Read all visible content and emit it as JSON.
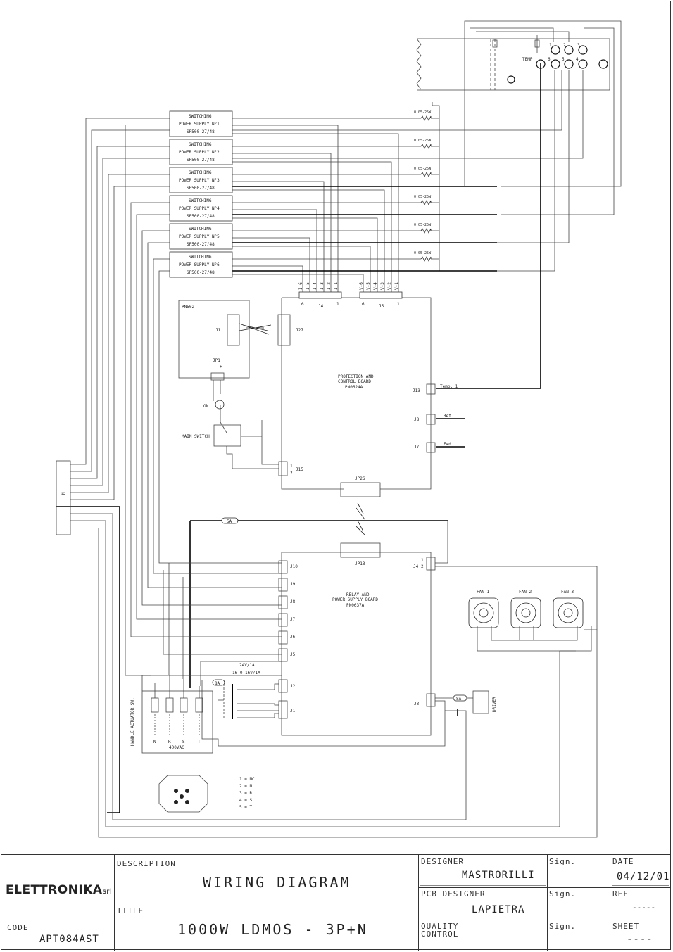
{
  "power_supplies": [
    {
      "name": "SWITCHING",
      "label": "POWER SUPPLY N°1",
      "model": "SP500-27/48"
    },
    {
      "name": "SWITCHING",
      "label": "POWER SUPPLY N°2",
      "model": "SP500-27/48"
    },
    {
      "name": "SWITCHING",
      "label": "POWER SUPPLY N°3",
      "model": "SP500-27/48"
    },
    {
      "name": "SWITCHING",
      "label": "POWER SUPPLY N°4",
      "model": "SP500-27/48"
    },
    {
      "name": "SWITCHING",
      "label": "POWER SUPPLY N°5",
      "model": "SP500-27/48"
    },
    {
      "name": "SWITCHING",
      "label": "POWER SUPPLY N°6",
      "model": "SP500-27/48"
    }
  ],
  "resistor_label": "0.05-25W",
  "temp_label": "TEMP",
  "j4_pins": [
    "I-6",
    "I-5",
    "I-4",
    "I-3",
    "I-2",
    "I-1"
  ],
  "j5_pins": [
    "V-6",
    "V-5",
    "V-4",
    "V-3",
    "V-2",
    "V-1"
  ],
  "connector_labels": {
    "j4": "J4",
    "j5": "J5",
    "pin6": "6",
    "pin1": "1"
  },
  "pn502": {
    "title": "PN502",
    "j1": "J1",
    "jp1": "JP1",
    "plus": "+"
  },
  "protection_board": {
    "line1": "PROTECTION AND",
    "line2": "CONTROL BOARD",
    "code": "PN0624A",
    "j27": "J27",
    "j13": "J13",
    "j8": "J8",
    "j7": "J7",
    "j15": "J15",
    "jp26": "JP26",
    "p1": "1",
    "p2": "2"
  },
  "signals": {
    "temp": "Temp. 1",
    "ref": "Ref.",
    "fwd": "Fwd."
  },
  "on_label": "ON",
  "main_switch": "MAIN SWITCH",
  "relay_board": {
    "line1": "RELAY AND",
    "line2": "POWER SUPPLY BOARD",
    "code": "PN0637A",
    "jp13": "JP13",
    "j10": "J10",
    "j9": "J9",
    "j8": "J8",
    "j7": "J7",
    "j6": "J6",
    "j5": "J5",
    "j2": "J2",
    "j1": "J1",
    "j4": "J4",
    "j3": "J3",
    "p1": "1",
    "p2": "2"
  },
  "fuse_5a": "5A",
  "fuse_8a_1": "8A",
  "fuse_8a_2": "8A",
  "transformer": {
    "line1": "24V/1A",
    "line2": "16-0-16V/1A"
  },
  "fans": [
    "FAN 1",
    "FAN 2",
    "FAN 3"
  ],
  "driver": "DRIVER",
  "handle_switch": "HANDLE ACTUATOR SW.",
  "phases": [
    "N",
    "R",
    "S",
    "T"
  ],
  "voltage": "400VAC",
  "terminal_label": "N",
  "plug_legend": [
    "1 = NC",
    "2 = N",
    "3 = R",
    "4 = S",
    "5 = T"
  ],
  "rf_pins": [
    "1",
    "2",
    "3",
    "6",
    "5",
    "4"
  ],
  "title_block": {
    "company": "ELETTRONIKA",
    "company_suffix": "srl",
    "description_label": "DESCRIPTION",
    "description": "WIRING DIAGRAM",
    "title_label": "TITLE",
    "title": "1000W LDMOS - 3P+N",
    "code_label": "CODE",
    "code": "APT084AST",
    "designer_label": "DESIGNER",
    "designer": "MASTRORILLI",
    "pcb_designer_label": "PCB DESIGNER",
    "pcb_designer": "LAPIETRA",
    "quality_label_1": "QUALITY",
    "quality_label_2": "CONTROL",
    "sign_label": "Sign.",
    "date_label": "DATE",
    "date": "04/12/01",
    "ref_label": "REF",
    "ref": "-----",
    "sheet_label": "SHEET",
    "sheet": "----"
  }
}
